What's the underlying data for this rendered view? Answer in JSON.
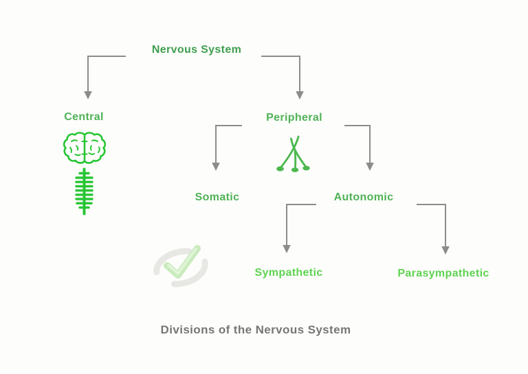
{
  "diagram": {
    "caption": "Divisions of the Nervous System",
    "nodes": {
      "nervous_system": "Nervous System",
      "central": "Central",
      "peripheral": "Peripheral",
      "somatic": "Somatic",
      "autonomic": "Autonomic",
      "sympathetic": "Sympathetic",
      "parasympathetic": "Parasympathetic"
    },
    "edges": [
      {
        "from": "nervous_system",
        "to": "central"
      },
      {
        "from": "nervous_system",
        "to": "peripheral"
      },
      {
        "from": "peripheral",
        "to": "somatic"
      },
      {
        "from": "peripheral",
        "to": "autonomic"
      },
      {
        "from": "autonomic",
        "to": "sympathetic"
      },
      {
        "from": "autonomic",
        "to": "parasympathetic"
      }
    ],
    "icons": {
      "central": [
        "brain-icon",
        "spinal-cord-icon"
      ],
      "peripheral": [
        "nerve-icon"
      ],
      "somatic": [
        "muscle-checkmark-icon"
      ]
    },
    "colors": {
      "root_label": "#3f9e4f",
      "branch_label": "#4fb256",
      "leaf_label": "#5ed351",
      "icon_bright_green": "#28c534",
      "nerve_green": "#4db84f",
      "arrow_gray": "#8c8c8c",
      "caption_gray": "#767676",
      "background": "#fdfdfb"
    }
  }
}
